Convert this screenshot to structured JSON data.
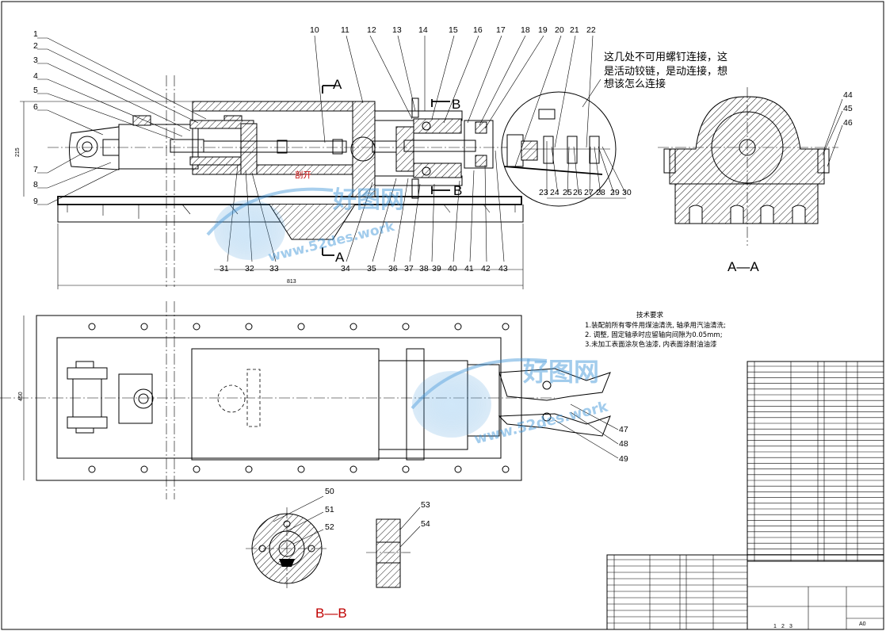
{
  "part_numbers_upper": [
    "1",
    "2",
    "3",
    "4",
    "5",
    "6",
    "7",
    "8",
    "9",
    "10",
    "11",
    "12",
    "13",
    "14",
    "15",
    "16",
    "17",
    "18",
    "19",
    "20",
    "21",
    "22",
    "23",
    "24",
    "25",
    "26",
    "27",
    "28",
    "29",
    "30",
    "31",
    "32",
    "33",
    "34",
    "35",
    "36",
    "37",
    "38",
    "39",
    "40",
    "41",
    "42",
    "43"
  ],
  "part_numbers_end": [
    "44",
    "45",
    "46"
  ],
  "part_numbers_plan": [
    "47",
    "48",
    "49"
  ],
  "part_numbers_section": [
    "50",
    "51",
    "52",
    "53",
    "54"
  ],
  "section_labels": {
    "a_top": "A",
    "a_bottom": "A",
    "b_top": "B",
    "b_bottom": "B",
    "view_aa": "A—A",
    "view_bb": "B—B"
  },
  "cut_label": "剖开",
  "annotation_lines": [
    "这几处不可用螺钉连接，这",
    "是活动铰链，是动连接，想",
    "想该怎么连接"
  ],
  "tech_requirements": {
    "title": "技术要求",
    "items": [
      "1.装配前所有零件用煤油清洗, 轴承用汽油清洗;",
      "2. 调整, 固定轴承时应留轴向间隙为0.05mm;",
      "3.未加工表面涂灰色油漆, 内表面涂耐油油漆"
    ]
  },
  "dimensions": {
    "overall_length": "813",
    "height_left": "215",
    "plan_width": "450"
  },
  "title_block": {
    "sheet_size": "A0",
    "scale_cells": [
      "1",
      "2",
      "3"
    ]
  },
  "watermark": {
    "brand": "好图网",
    "site": "www.52des.work"
  },
  "colors": {
    "line": "#000000",
    "annotation_red": "#c00000",
    "watermark_blue": "#3f95d8"
  }
}
